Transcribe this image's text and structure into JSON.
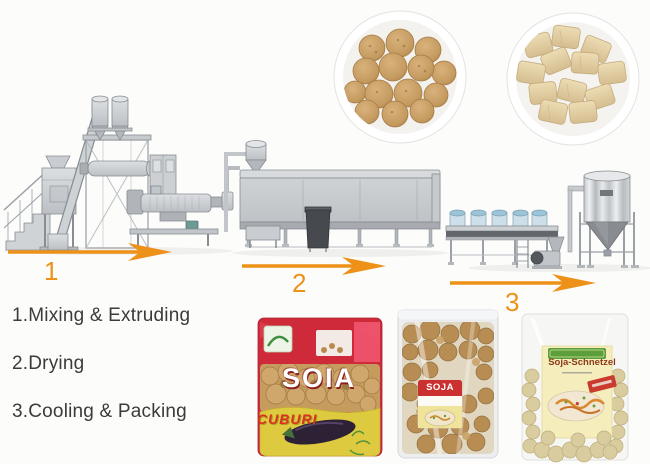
{
  "steps": [
    {
      "number": "1",
      "label": "1.Mixing & Extruding"
    },
    {
      "number": "2",
      "label": "2.Drying"
    },
    {
      "number": "3",
      "label": "3.Cooling & Packing"
    }
  ],
  "packages": [
    {
      "brand": "SOIA",
      "subtitle": "CUBURI"
    },
    {
      "brand": "SOJA"
    },
    {
      "brand": "Soja-Schnetzel"
    }
  ],
  "colors": {
    "arrow": "#EE9118",
    "step_text": "#3b3b3b",
    "machine_body": "#c9cdd1",
    "machine_outline": "#878d93",
    "bag1_red": "#cf2a3a",
    "bag1_yellow": "#ddca3e",
    "label_red": "#c9302f",
    "label_green": "#5c9e3c",
    "chunk_tan": "#c49a5f",
    "chip_beige": "#e2d0a6"
  }
}
